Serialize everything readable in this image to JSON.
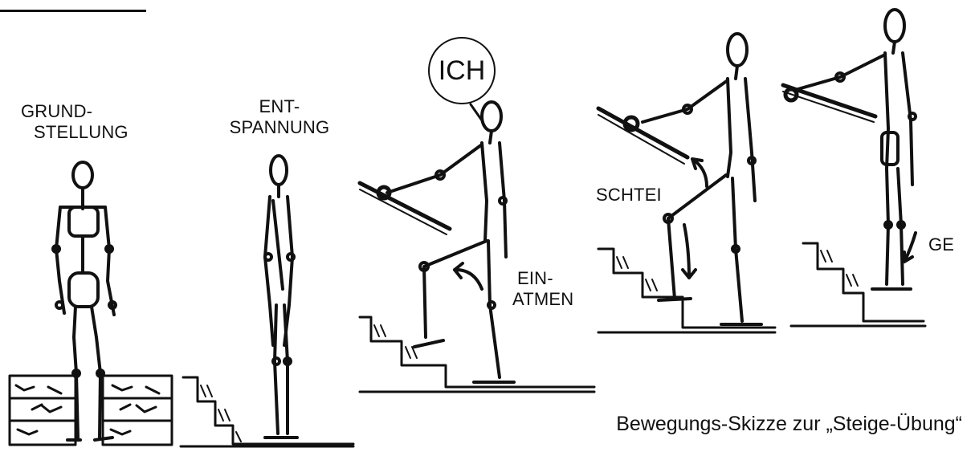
{
  "figure": {
    "stage1": {
      "label_line1": "GRUND-",
      "label_line2": "STELLUNG"
    },
    "stage2": {
      "label_line1": "ENT-",
      "label_line2": "SPANNUNG"
    },
    "stage3": {
      "bubble": "ICH",
      "label_line1": "EIN-",
      "label_line2": "ATMEN"
    },
    "stage4": {
      "label": "SCHTEI"
    },
    "stage5": {
      "label": "GE"
    },
    "caption": "Bewegungs-Skizze zur „Steige-Übung“"
  },
  "colors": {
    "ink": "#111111",
    "background": "#ffffff"
  }
}
